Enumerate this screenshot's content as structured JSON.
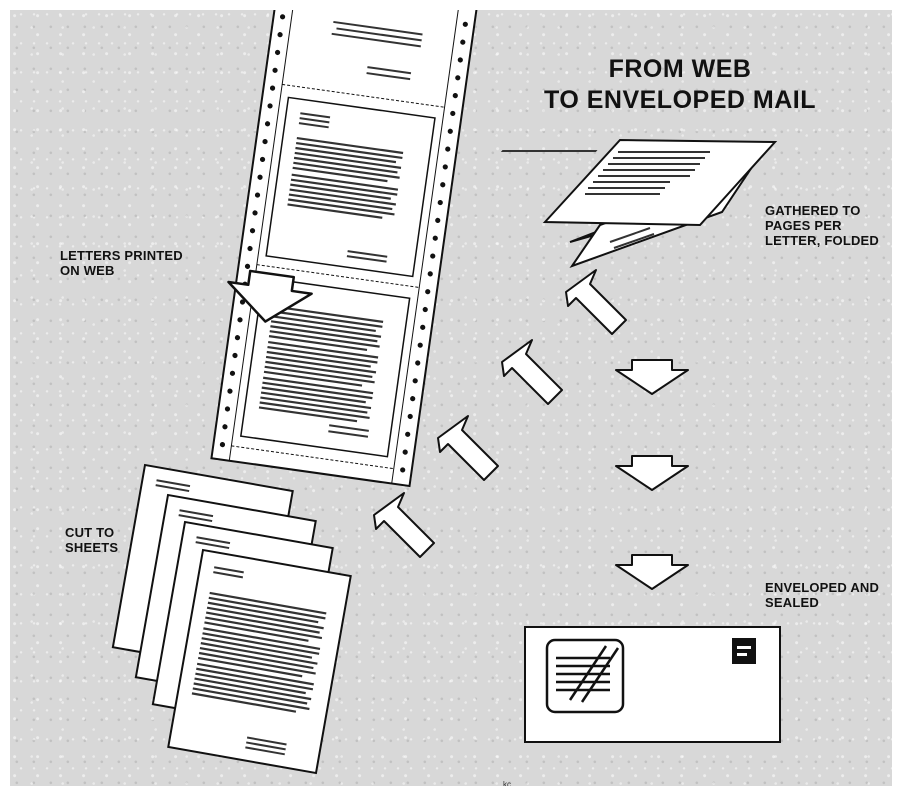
{
  "title": {
    "line1": "FROM WEB",
    "line2": "TO ENVELOPED MAIL"
  },
  "labels": {
    "printed": {
      "line1": "LETTERS PRINTED",
      "line2": "ON WEB"
    },
    "cut": {
      "line1": "CUT TO",
      "line2": "SHEETS"
    },
    "gathered": {
      "line1": "GATHERED TO",
      "line2": "PAGES PER",
      "line3": "LETTER, FOLDED"
    },
    "enveloped": {
      "line1": "ENVELOPED AND",
      "line2": "SEALED"
    }
  },
  "credit": "kc",
  "icons": {
    "upper_arrow_group": "arrow-up-left-icon",
    "lower_arrow_group": "arrow-down-icon",
    "web_arrow": "arrow-down-icon"
  },
  "colors": {
    "background": "#d8d8d8",
    "paper": "#ffffff",
    "ink": "#111111"
  }
}
